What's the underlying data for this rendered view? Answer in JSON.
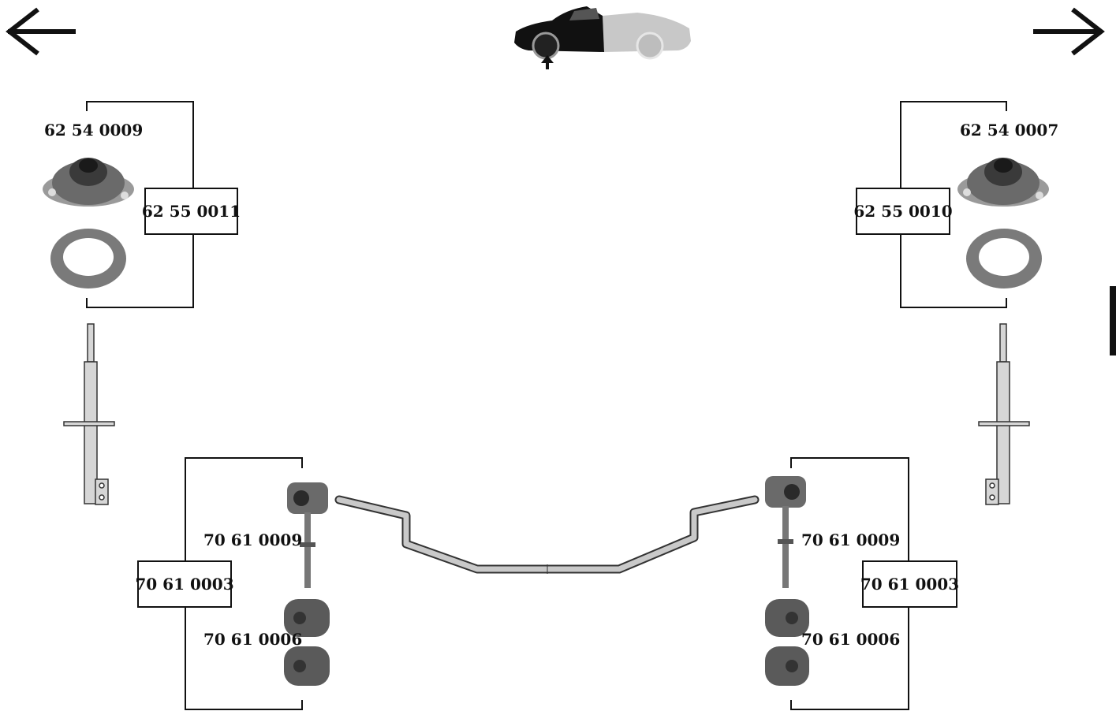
{
  "nav": {
    "prev_icon": "arrow-left-icon",
    "next_icon": "arrow-right-icon",
    "car_icon": "car-front-axle-icon"
  },
  "front_left": {
    "top_mount": "62 54 0009",
    "kit": "62 55 0011"
  },
  "front_right": {
    "top_mount": "62 54 0007",
    "kit": "62 55 0010"
  },
  "stabilizer_left": {
    "link": "70 61 0009",
    "kit": "70 61 0003",
    "bush": "70 61 0006"
  },
  "stabilizer_right": {
    "link": "70 61 0009",
    "kit": "70 61 0003",
    "bush": "70 61 0006"
  },
  "colors": {
    "line": "#111111",
    "part_dark": "#555555",
    "part_mid": "#8a8a8a",
    "part_light": "#cfcfcf"
  }
}
